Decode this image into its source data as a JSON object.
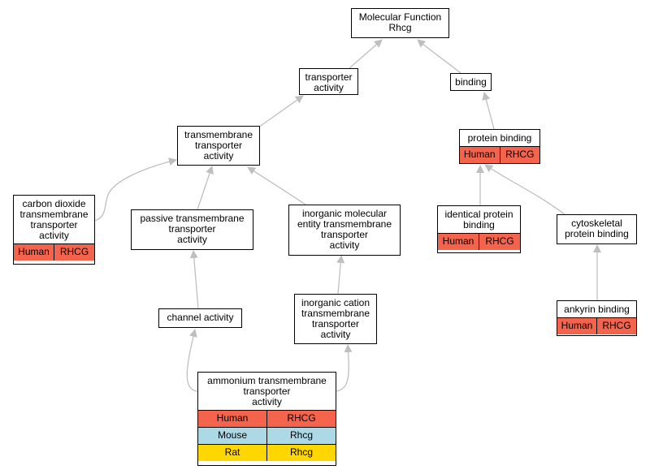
{
  "colors": {
    "human": "#f4634b",
    "mouse": "#add8e6",
    "rat": "#ffd700",
    "edge": "#bfbfbf"
  },
  "nodes": {
    "root": {
      "label": "Molecular Function\nRhcg"
    },
    "transporter": {
      "label": "transporter\nactivity"
    },
    "binding": {
      "label": "binding"
    },
    "tm_transporter": {
      "label": "transmembrane\ntransporter\nactivity"
    },
    "protein_binding": {
      "label": "protein binding",
      "ann": [
        {
          "species": "Human",
          "gene": "RHCG"
        }
      ]
    },
    "co2": {
      "label": "carbon dioxide\ntransmembrane\ntransporter\nactivity",
      "ann": [
        {
          "species": "Human",
          "gene": "RHCG"
        }
      ]
    },
    "passive": {
      "label": "passive transmembrane\ntransporter\nactivity"
    },
    "inorg_mol": {
      "label": "inorganic molecular\nentity transmembrane\ntransporter\nactivity"
    },
    "identical": {
      "label": "identical protein\nbinding",
      "ann": [
        {
          "species": "Human",
          "gene": "RHCG"
        }
      ]
    },
    "cyto": {
      "label": "cytoskeletal\nprotein binding"
    },
    "channel": {
      "label": "channel activity"
    },
    "inorg_cation": {
      "label": "inorganic cation\ntransmembrane\ntransporter\nactivity"
    },
    "ankyrin": {
      "label": "ankyrin binding",
      "ann": [
        {
          "species": "Human",
          "gene": "RHCG"
        }
      ]
    },
    "ammonium": {
      "label": "ammonium transmembrane\ntransporter\nactivity",
      "ann": [
        {
          "species": "Human",
          "gene": "RHCG"
        },
        {
          "species": "Mouse",
          "gene": "Rhcg"
        },
        {
          "species": "Rat",
          "gene": "Rhcg"
        }
      ]
    }
  }
}
